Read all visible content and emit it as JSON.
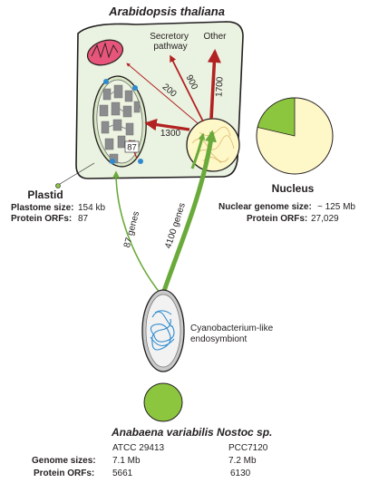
{
  "title": "Arabidopsis thaliana",
  "destinations": {
    "secretory": "Secretory pathway",
    "other": "Other"
  },
  "flows": {
    "to_mito": "200",
    "to_secretory": "900",
    "to_other": "1700",
    "to_plastid": "1300",
    "plastid_internal": "87",
    "endo_to_plastid": "87 genes",
    "endo_to_nucleus": "4100 genes"
  },
  "plastid": {
    "label": "Plastid",
    "size_label": "Plastome size:",
    "size_value": "154 kb",
    "orf_label": "Protein ORFs:",
    "orf_value": "87"
  },
  "nucleus": {
    "label": "Nucleus",
    "size_label": "Nuclear genome size:",
    "size_value": "~ 125 Mb",
    "orf_label": "Protein ORFs:",
    "orf_value": "27,029"
  },
  "endosymbiont": {
    "label": "Cyanobacterium-like endosymbiont"
  },
  "anabaena": {
    "title": "Anabaena variabilis Nostoc sp.",
    "strain1": "ATCC 29413",
    "strain2": "PCC7120",
    "genome_label": "Genome sizes:",
    "genome1": "7.1 Mb",
    "genome2": "7.2 Mb",
    "orf_label": "Protein ORFs:",
    "orf1": "5661",
    "orf2": "6130"
  },
  "colors": {
    "cell_fill": "#eaf2e1",
    "plastid_green": "#8cc63f",
    "nucleus_fill": "#fef7c8",
    "arrow_red": "#b22222",
    "mito_pink": "#e7567a",
    "endo_blue": "#2e8bd0"
  }
}
